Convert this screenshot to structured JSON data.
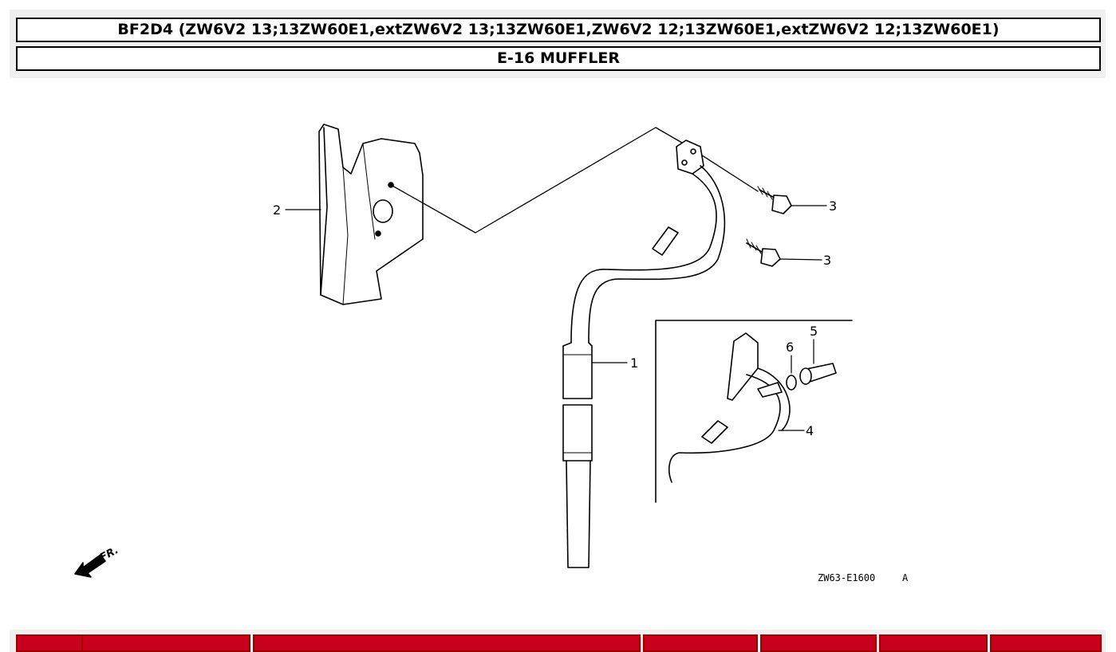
{
  "header": {
    "model_line": "BF2D4 (ZW6V2 13;13ZW60E1,extZW6V2 13;13ZW60E1,ZW6V2 12;13ZW60E1,extZW6V2 12;13ZW60E1)",
    "section_title": "E-16 MUFFLER"
  },
  "diagram": {
    "callouts": [
      "1",
      "2",
      "3",
      "3",
      "4",
      "5",
      "6"
    ],
    "front_arrow_text": "FR.",
    "drawing_code": "ZW63-E1600",
    "drawing_rev": "A"
  },
  "colors": {
    "header_bg": "#f0f0f0",
    "table_header_red": "#c8001e"
  }
}
